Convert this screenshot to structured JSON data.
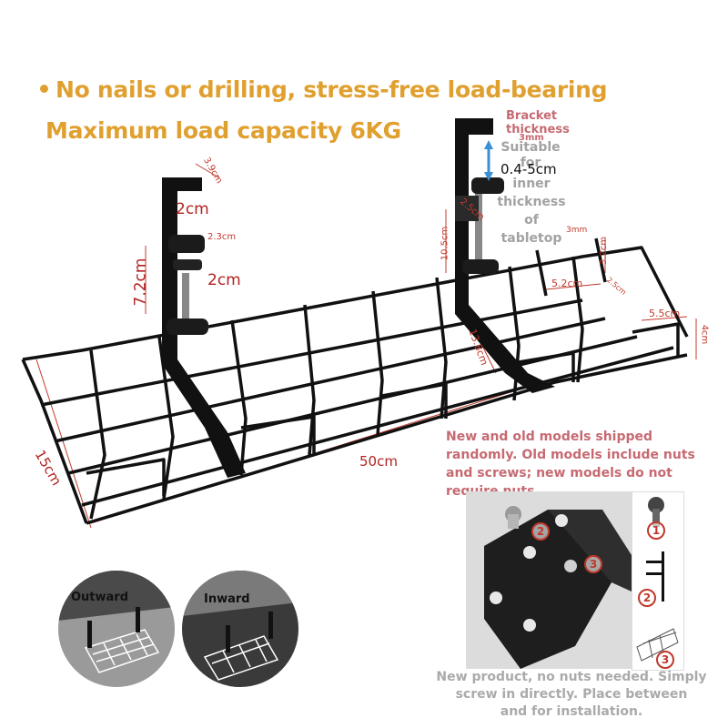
{
  "headline": {
    "line1": "No nails or drilling, stress-free load-bearing",
    "line2": "Maximum load capacity 6KG"
  },
  "bracket_note": {
    "title_lines": [
      "Bracket",
      "thickness",
      "3mm"
    ],
    "suitable_lines": [
      "Suitable",
      "for"
    ],
    "range": "0.4-5cm",
    "inner_lines": [
      "inner",
      "thickness",
      "of",
      "tabletop"
    ]
  },
  "dimensions": {
    "d_3_9cm": "3.9cm",
    "d_2cm_top": "2cm",
    "d_2_3cm": "2.3cm",
    "d_7_2cm": "7.2cm",
    "d_2cm_mid": "2cm",
    "d_10_5cm": "10.5cm",
    "d_2_5cm_a": "2.5cm",
    "d_3mm": "3mm",
    "d_3_2cm": "3.2cm",
    "d_5_2cm": "5.2cm",
    "d_2_5cm_b": "2.5cm",
    "d_5_5cm": "5.5cm",
    "d_4cm": "4cm",
    "d_13_8cm": "13.8cm",
    "d_50cm": "50cm",
    "d_15cm": "15cm"
  },
  "shipping_note": "New and old models shipped randomly. Old models include nuts and screws; new models do not require nuts.",
  "install_note": {
    "line1": "New product, no nuts needed. Simply",
    "line2": "screw in directly. Place  between",
    "line3": "and  for installation."
  },
  "badges": {
    "outward": "Outward",
    "inward": "Inward"
  },
  "steps": {
    "s1": "1",
    "s2": "2",
    "s3": "3"
  },
  "colors": {
    "headline": "#e0a030",
    "note_pink": "#c66a72",
    "dimension_red": "#c0392b",
    "metal": "#111111"
  }
}
